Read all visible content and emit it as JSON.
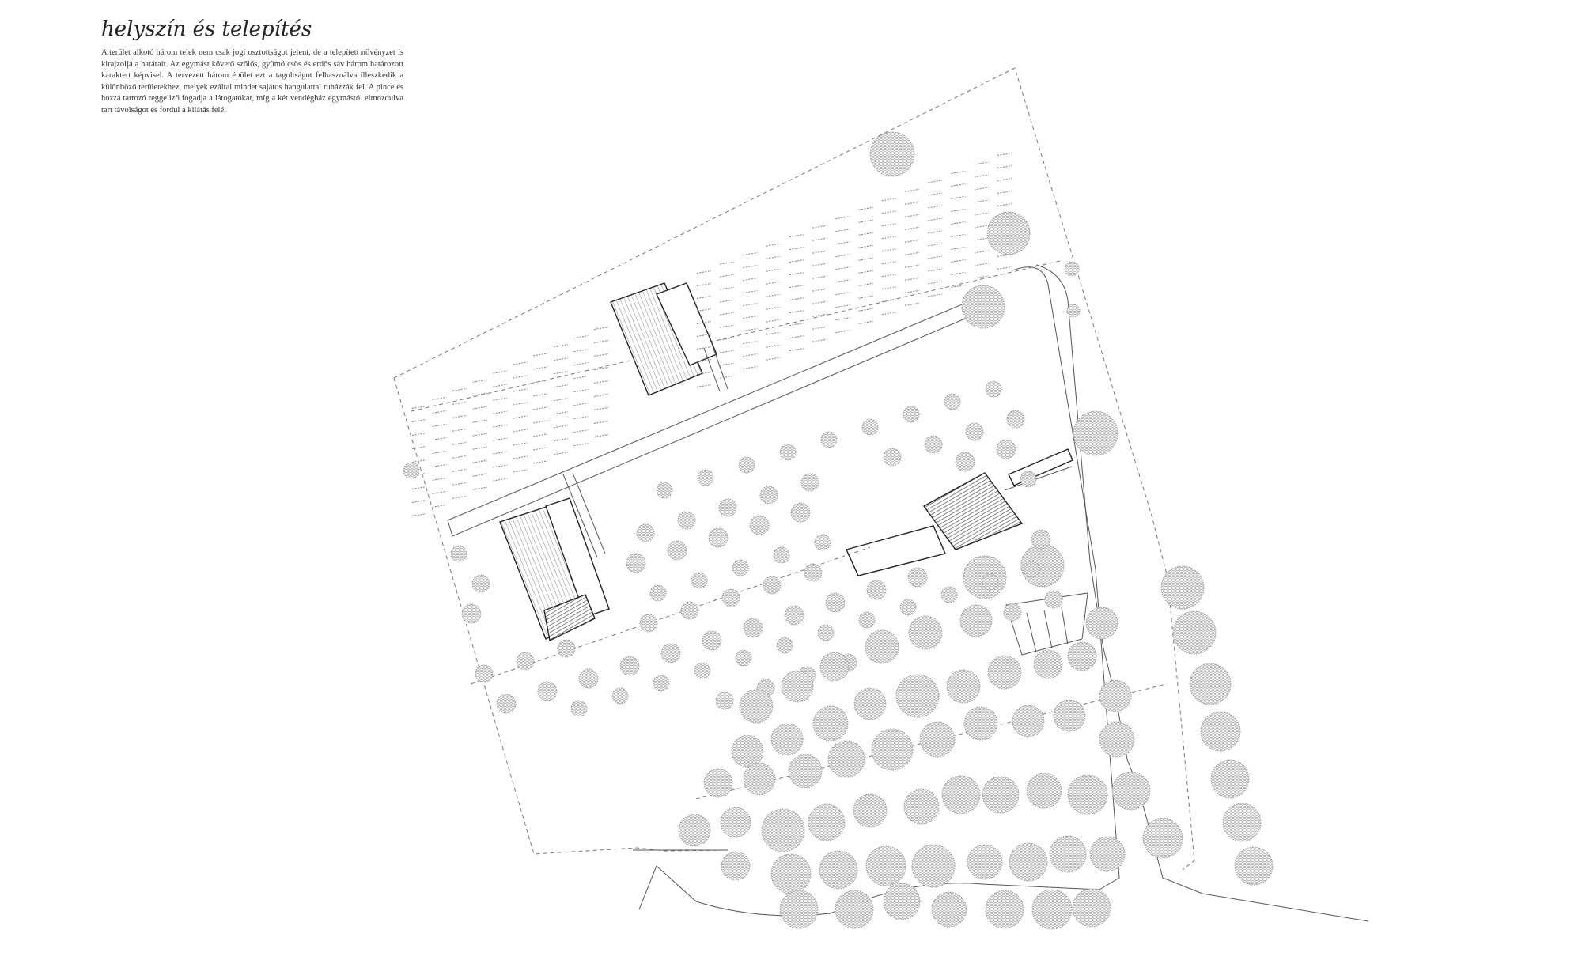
{
  "sheet": {
    "title": "helyszín és telepítés",
    "description": "A terület alkotó három telek nem csak jogi osztottságot jelent, de a telepített növényzet is kirajzolja a határait. Az egymást követő szőlős, gyümölcsös és erdős sáv három határozott karaktert képvisel. A tervezett három épület ezt a tagoltságot felhasználva illeszkedik a különböző területekhez, melyek ezáltal mindet sajátos hangulattal ruházzák fel. A pince és hozzá tartozó reggeliző fogadja a látogatókat, míg a két vendégház egymástól elmozdulva tart távolságot és fordul a kilátás felé."
  },
  "plan": {
    "zones": [
      "vineyard",
      "orchard",
      "forest"
    ],
    "buildings": [
      "guesthouse-upper",
      "guesthouse-lower",
      "cellar-breakfast"
    ],
    "colors": {
      "line": "#222222",
      "tree": "#8a8a8a",
      "boundary": "#777777"
    }
  }
}
